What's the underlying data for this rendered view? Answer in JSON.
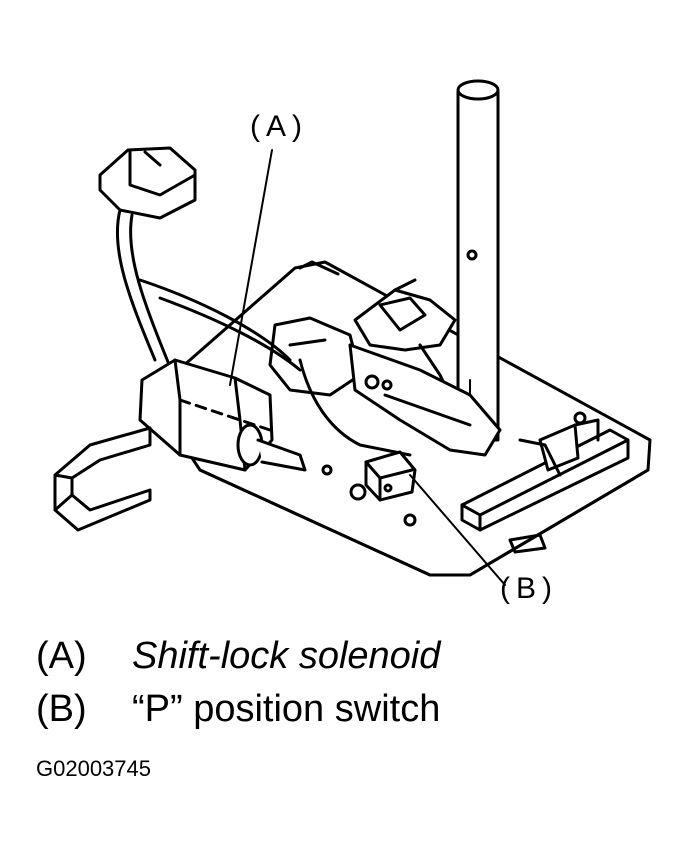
{
  "callouts": {
    "a": "(A)",
    "b": "(B)"
  },
  "legend": [
    {
      "key": "(A)",
      "description": "Shift-lock solenoid"
    },
    {
      "key": "(B)",
      "description": "“P” position switch"
    }
  ],
  "figure_code": "G02003745",
  "colors": {
    "ink": "#000000",
    "paper": "#ffffff"
  }
}
